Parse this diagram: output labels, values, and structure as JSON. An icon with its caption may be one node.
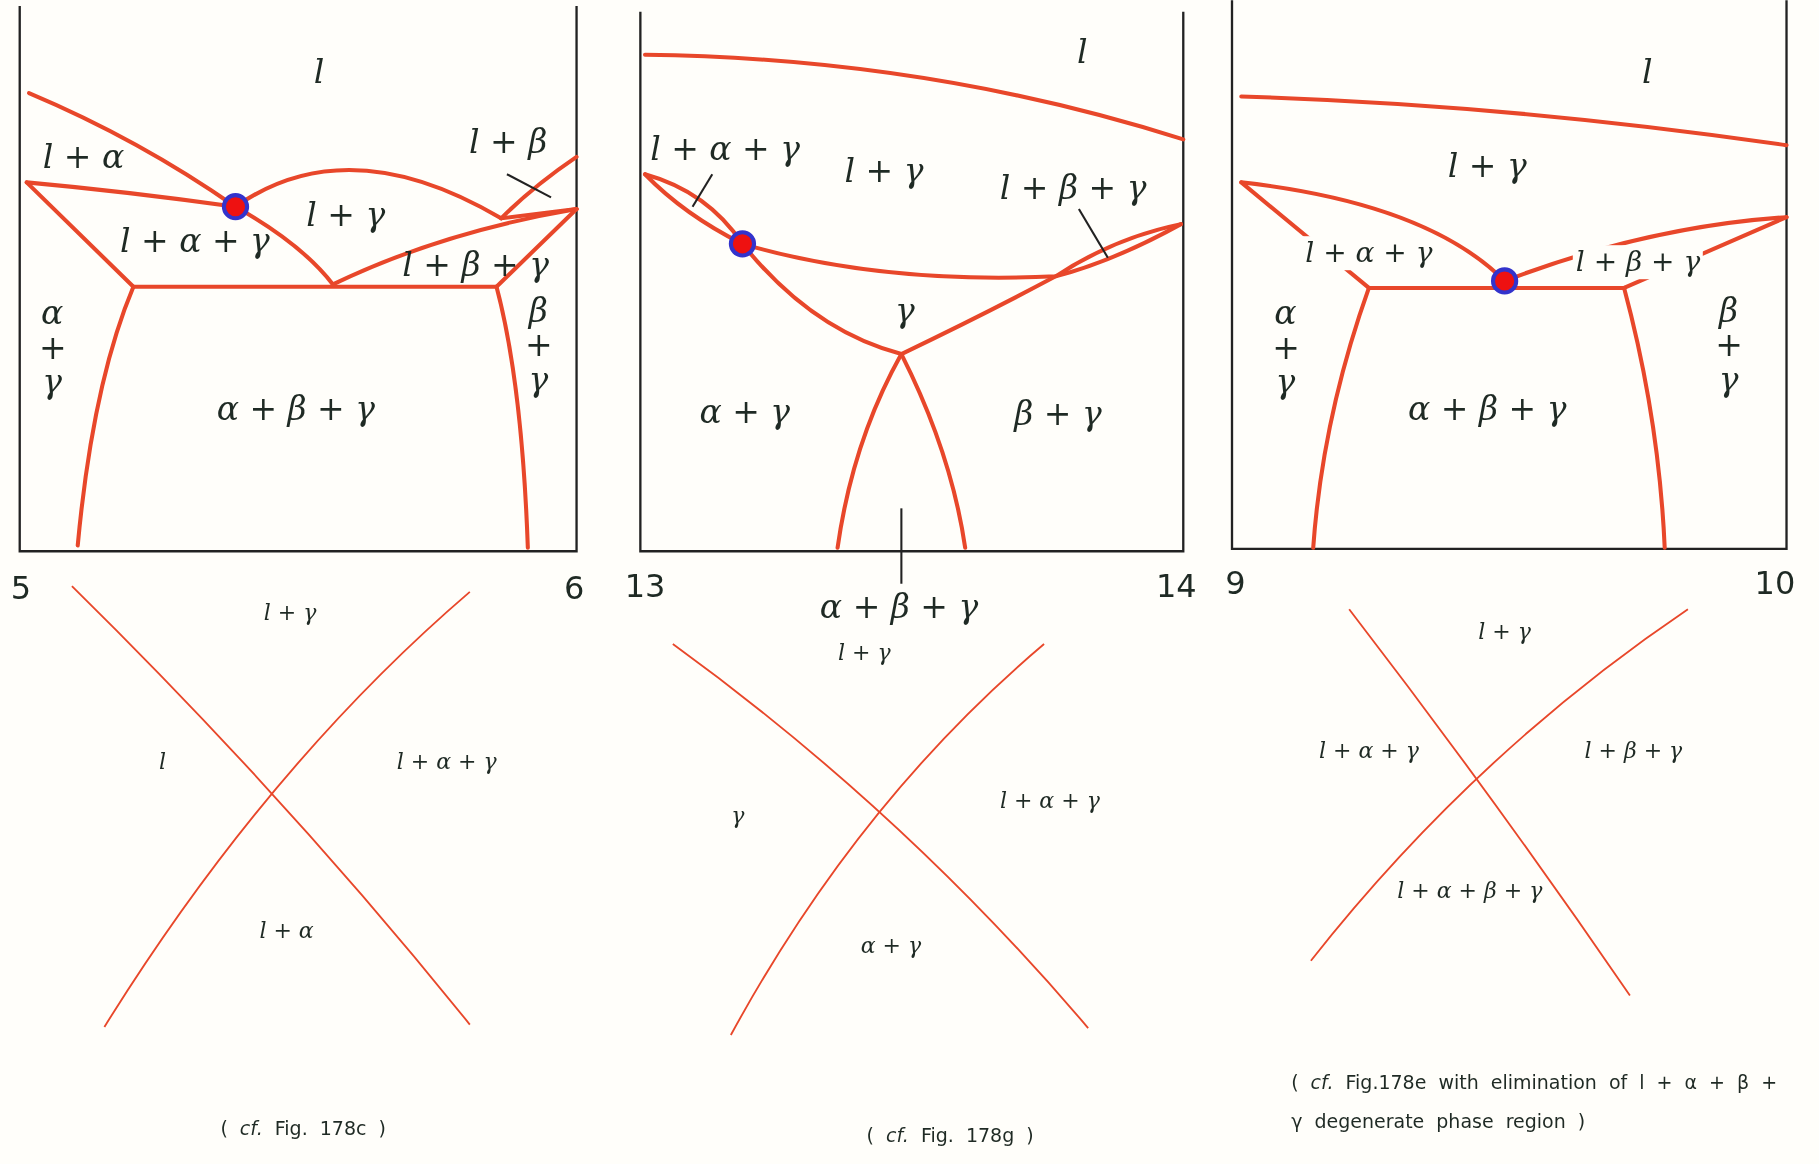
{
  "diagram": {
    "nodes": [
      {
        "text": [
          "l + β"
        ]
      },
      {
        "text": [
          "l + α + γ"
        ]
      },
      {
        "text": [
          "l + β + γ"
        ]
      },
      {
        "text": [
          "α + β + γ"
        ]
      }
    ],
    "edges": [
      {
        "from": 0,
        "to": null,
        "arrow": "none"
      },
      {
        "from": 1,
        "to": null,
        "arrow": "none"
      },
      {
        "from": 2,
        "to": null,
        "arrow": "none"
      },
      {
        "from": 3,
        "to": null,
        "arrow": "none"
      }
    ],
    "labels": [
      "l",
      "l + α",
      "l + α + γ",
      "l + γ",
      "l + β + γ",
      "α + γ",
      "α + β + γ",
      "β + γ",
      "5",
      "6",
      "l",
      "l + γ",
      "γ",
      "α + γ",
      "β + γ",
      "13",
      "14",
      "l",
      "l + γ",
      "l + α + γ",
      "l + β + γ",
      "α + γ",
      "α + β + γ",
      "β + γ",
      "9",
      "10",
      "l + γ",
      "l",
      "l + α + γ",
      "l + α",
      "( *cf.* Fig. 178c )",
      "l + γ",
      "γ",
      "l + α + γ",
      "α + γ",
      "( *cf.* Fig. 178g )",
      "l + γ",
      "l + α + γ",
      "l + β + γ",
      "l + α + β + γ",
      "( *cf.* Fig.178e with elimination of l + α + β + γ degenerate phase region )"
    ]
  }
}
